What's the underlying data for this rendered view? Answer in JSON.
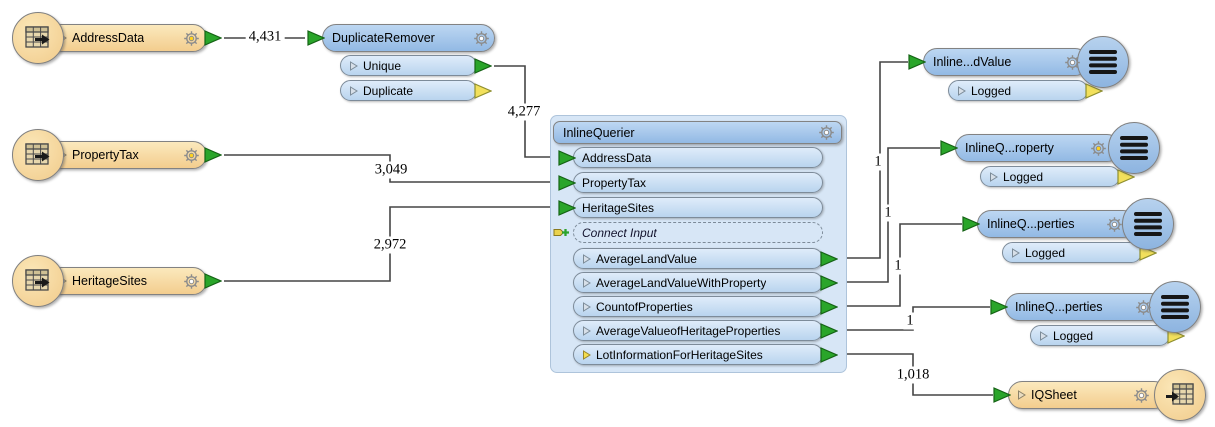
{
  "app": "workflow-canvas",
  "colors": {
    "reader_fill": "#f6d79b",
    "transformer_fill": "#a9c9ea",
    "port_fill": "#cadff3",
    "container_fill": "#d7e6f6",
    "wire": "#454545",
    "arrow_green": "#2aa52a",
    "arrow_yellow": "#f2e05c",
    "gear_modified": "#ffd21e",
    "gear_default": "#ffffff"
  },
  "nodes": {
    "readers": [
      {
        "label": "AddressData",
        "gear_color": "#ffd21e"
      },
      {
        "label": "PropertyTax",
        "gear_color": "#ffd21e"
      },
      {
        "label": "HeritageSites",
        "gear_color": "#ffffff"
      }
    ],
    "duplicate_remover": {
      "label": "DuplicateRemover",
      "gear_color": "#ffffff",
      "ports": [
        {
          "label": "Unique",
          "arrow": "green"
        },
        {
          "label": "Duplicate",
          "arrow": "yellow"
        }
      ]
    },
    "inline_querier": {
      "label": "InlineQuerier",
      "gear_color": "#ffffff",
      "inputs": [
        {
          "label": "AddressData"
        },
        {
          "label": "PropertyTax"
        },
        {
          "label": "HeritageSites"
        }
      ],
      "connect_input": {
        "label": "Connect Input"
      },
      "outputs": [
        {
          "label": "AverageLandValue",
          "triangle": "gray"
        },
        {
          "label": "AverageLandValueWithProperty",
          "triangle": "gray"
        },
        {
          "label": "CountofProperties",
          "triangle": "gray"
        },
        {
          "label": "AverageValueofHeritageProperties",
          "triangle": "gray"
        },
        {
          "label": "LotInformationForHeritageSites",
          "triangle": "yellow"
        }
      ]
    },
    "loggers": [
      {
        "label": "Inline...dValue",
        "port": "Logged",
        "gear_color": "#ffffff"
      },
      {
        "label": "InlineQ...roperty",
        "port": "Logged",
        "gear_color": "#ffd21e"
      },
      {
        "label": "InlineQ...perties",
        "port": "Logged",
        "gear_color": "#ffffff"
      },
      {
        "label": "InlineQ...perties",
        "port": "Logged",
        "gear_color": "#ffffff"
      }
    ],
    "writer": {
      "label": "IQSheet",
      "gear_color": "#ffffff"
    }
  },
  "counts": {
    "address_to_remover": "4,431",
    "unique_to_querier": "4,277",
    "propertytax_to_querier": "3,049",
    "heritagesites_to_querier": "2,972",
    "avglandvalue_to_logger": "1",
    "avglandvaluewithproperty_to_logger": "1",
    "countofproperties_to_logger": "1",
    "avgvalueheritage_to_logger": "1",
    "lotinfo_to_writer": "1,018"
  }
}
